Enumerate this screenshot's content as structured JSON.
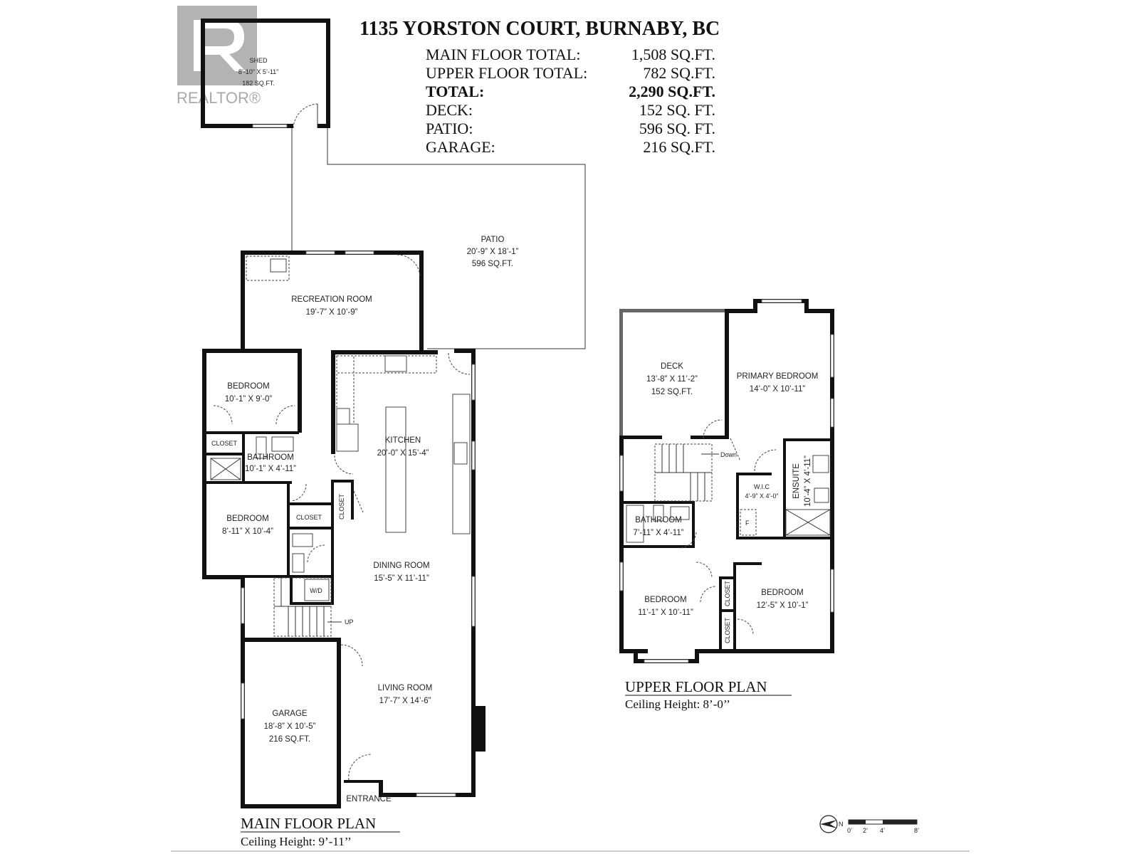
{
  "header": {
    "address": "1135 YORSTON COURT, BURNABY, BC",
    "areas": [
      {
        "label": "MAIN FLOOR TOTAL:",
        "value": "1,508 SQ.FT.",
        "bold": false
      },
      {
        "label": "UPPER FLOOR TOTAL:",
        "value": "782 SQ.FT.",
        "bold": false
      },
      {
        "label": "TOTAL:",
        "value": "2,290 SQ.FT.",
        "bold": true
      },
      {
        "label": "DECK:",
        "value": "152 SQ. FT.",
        "bold": false
      },
      {
        "label": "PATIO:",
        "value": "596 SQ. FT.",
        "bold": false
      },
      {
        "label": "GARAGE:",
        "value": "216 SQ.FT.",
        "bold": false
      }
    ]
  },
  "logo": {
    "text": "REALTOR®",
    "color": "#8d8d8d"
  },
  "main_floor": {
    "title": "MAIN FLOOR PLAN",
    "ceiling": "Ceiling Height: 9’-11’’",
    "shed": {
      "name": "SHED",
      "dims": "8’-10” X 5’-11”",
      "area": "182 SQ.FT."
    },
    "patio": {
      "name": "PATIO",
      "dims": "20’-9” X 18’-1”",
      "area": "596 SQ.FT."
    },
    "recreation": {
      "name": "RECREATION ROOM",
      "dims": "19’-7” X 10’-9”"
    },
    "bedroom1": {
      "name": "BEDROOM",
      "dims": "10’-1” X 9’-0”"
    },
    "closet1": "CLOSET",
    "bathroom": {
      "name": "BATHROOM",
      "dims": "10’-1” X 4’-11”"
    },
    "bedroom2": {
      "name": "BEDROOM",
      "dims": "8’-11” X 10’-4”"
    },
    "closet2": "CLOSET",
    "closet3": "CLOSET",
    "kitchen": {
      "name": "KITCHEN",
      "dims": "20’-0” X 15’-4”"
    },
    "dining": {
      "name": "DINING ROOM",
      "dims": "15’-5” X 11’-11”"
    },
    "wd": "W/D",
    "up": "UP",
    "living": {
      "name": "LIVING ROOM",
      "dims": "17’-7” X 14’-6”"
    },
    "garage": {
      "name": "GARAGE",
      "dims": "18’-8” X 10’-5”",
      "area": "216 SQ.FT."
    },
    "entrance": "ENTRANCE"
  },
  "upper_floor": {
    "title": "UPPER FLOOR PLAN",
    "ceiling": "Ceiling Height: 8’-0’’",
    "deck": {
      "name": "DECK",
      "dims": "13’-8” X 11’-2”",
      "area": "152 SQ.FT."
    },
    "primary": {
      "name": "PRIMARY BEDROOM",
      "dims": "14’-0” X 10’-11”"
    },
    "down": "Down",
    "wic": {
      "name": "W.I.C",
      "dims": "4’-9” X 4’-0”"
    },
    "ensuite": {
      "name": "ENSUITE",
      "dims": "10’-4” X 4’-11”"
    },
    "bathroom": {
      "name": "BATHROOM",
      "dims": "7’-11” X 4’-11”"
    },
    "bedroom1": {
      "name": "BEDROOM",
      "dims": "11’-1” X 10’-11”"
    },
    "bedroom2": {
      "name": "BEDROOM",
      "dims": "12’-5” X 10’-1”"
    },
    "closet1": "CLOSET",
    "closet2": "CLOSET",
    "f": "F"
  },
  "legend": {
    "north": "N",
    "scale": [
      "0’",
      "2’",
      "4’",
      "8’"
    ]
  }
}
